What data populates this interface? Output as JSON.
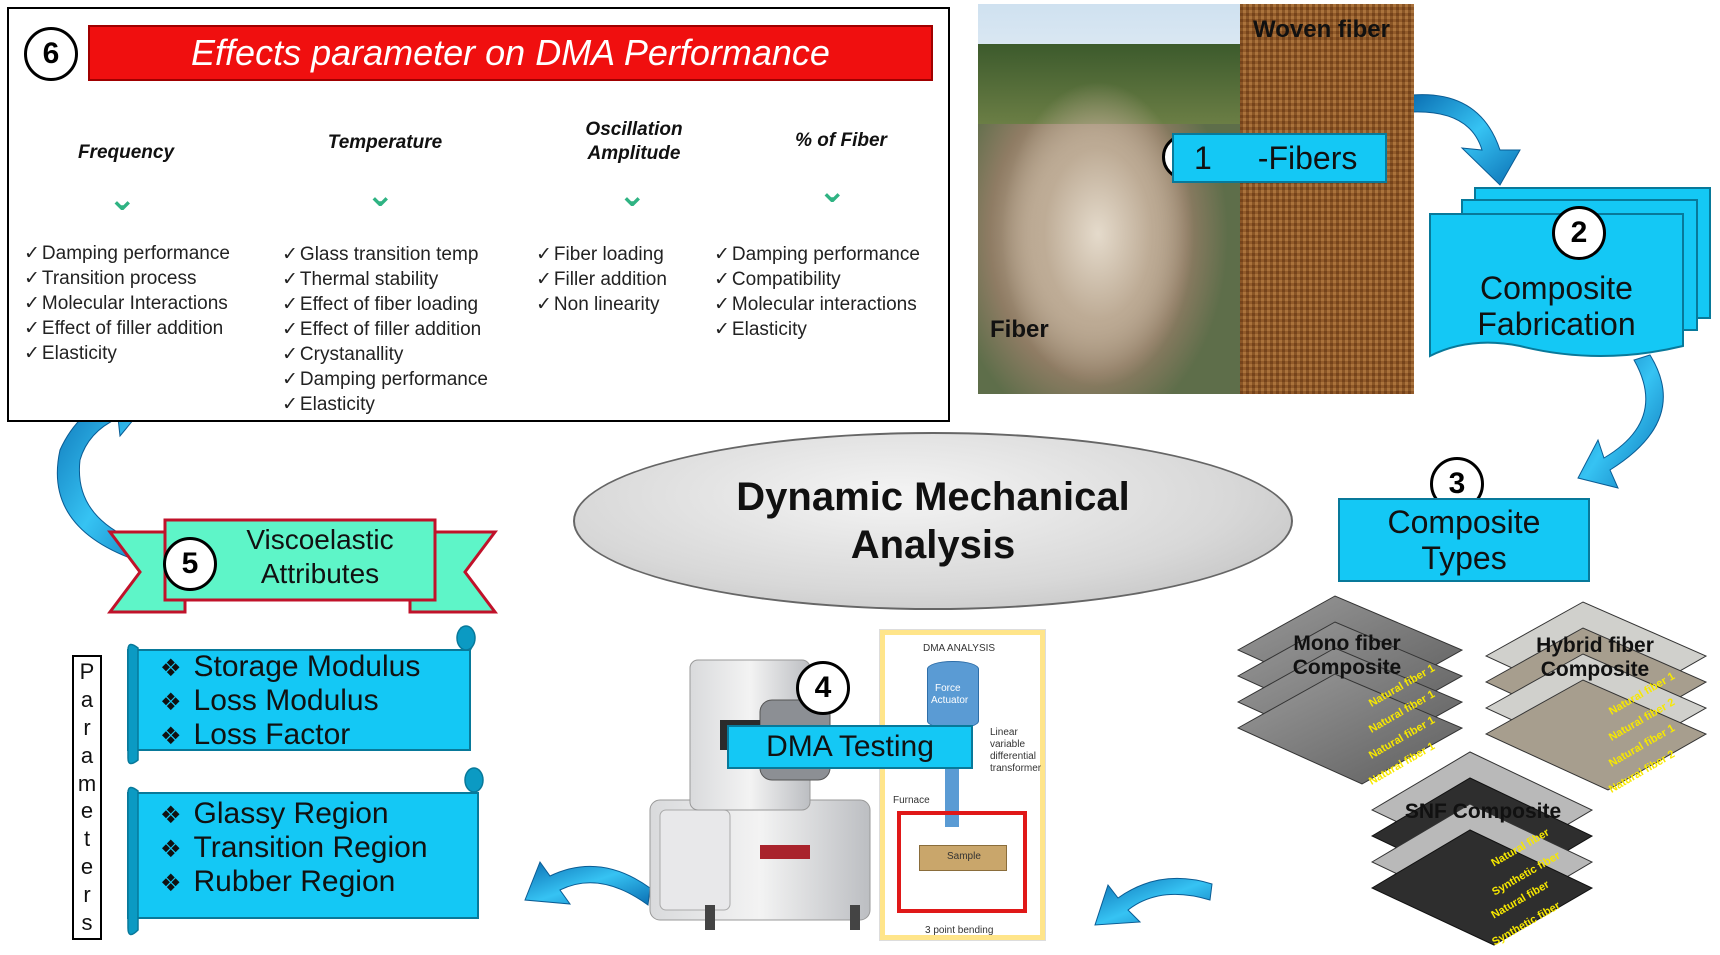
{
  "title": "Dynamic Mechanical Analysis",
  "step6": {
    "number": "6",
    "banner": "Effects parameter on DMA Performance",
    "columns": [
      {
        "heading": "Frequency",
        "items": [
          "Damping performance",
          "Transition process",
          "Molecular Interactions",
          "Effect of filler addition",
          "Elasticity"
        ]
      },
      {
        "heading": "Temperature",
        "items": [
          "Glass transition temp",
          "Thermal stability",
          "Effect of fiber loading",
          "Effect of filler addition",
          "Crystanallity",
          "Damping performance",
          "Elasticity"
        ]
      },
      {
        "heading_line1": "Oscillation",
        "heading_line2": "Amplitude",
        "items": [
          "Fiber loading",
          "Filler addition",
          "Non linearity"
        ]
      },
      {
        "heading": "% of Fiber",
        "items": [
          "Damping performance",
          "Compatibility",
          "Molecular interactions",
          "Elasticity"
        ]
      }
    ]
  },
  "step1": {
    "number": "1",
    "label": "-Fibers",
    "photo_left_label": "Fiber",
    "photo_right_label": "Woven fiber"
  },
  "step2": {
    "number": "2",
    "line1": "Composite",
    "line2": "Fabrication"
  },
  "step3": {
    "number": "3",
    "line1": "Composite",
    "line2": "Types",
    "mono": {
      "line1": "Mono fiber",
      "line2": "Composite",
      "plates": [
        "Natural fiber 1",
        "Natural fiber 1",
        "Natural fiber 1",
        "Natural fiber 1"
      ]
    },
    "hybrid": {
      "line1": "Hybrid fiber",
      "line2": "Composite",
      "plates": [
        "Natural fiber 1",
        "Natural fiber 2",
        "Natural fiber 1",
        "Natural fiber 2"
      ]
    },
    "snf": {
      "title": "SNF Composite",
      "plates": [
        "Natural fiber",
        "Synthetic fiber",
        "Natural fiber",
        "Synthetic fiber"
      ]
    }
  },
  "step4": {
    "number": "4",
    "label": "DMA Testing",
    "schematic": {
      "title": "DMA ANALYSIS",
      "actuator_line1": "Force",
      "actuator_line2": "Actuator",
      "lvdt": [
        "Linear",
        "variable",
        "differential",
        "transformer"
      ],
      "furnace": "Furnace",
      "sample": "Sample",
      "caption": "3 point  bending"
    }
  },
  "step5": {
    "number": "5",
    "line1": "Viscoelastic",
    "line2": "Attributes"
  },
  "parameters": {
    "vertical_label": [
      "P",
      "a",
      "r",
      "a",
      "m",
      "e",
      "t",
      "e",
      "r",
      "s"
    ],
    "group1": [
      "Storage Modulus",
      "Loss Modulus",
      "Loss Factor"
    ],
    "group2": [
      "Glassy Region",
      "Transition Region",
      "Rubber Region"
    ]
  },
  "colors": {
    "cyan": "#14c8f5",
    "red_banner": "#f00f0f",
    "green_flag": "#2fb383",
    "aqua_ribbon": "#5ef5c8",
    "arrow_blue": "#1aa3e0"
  }
}
